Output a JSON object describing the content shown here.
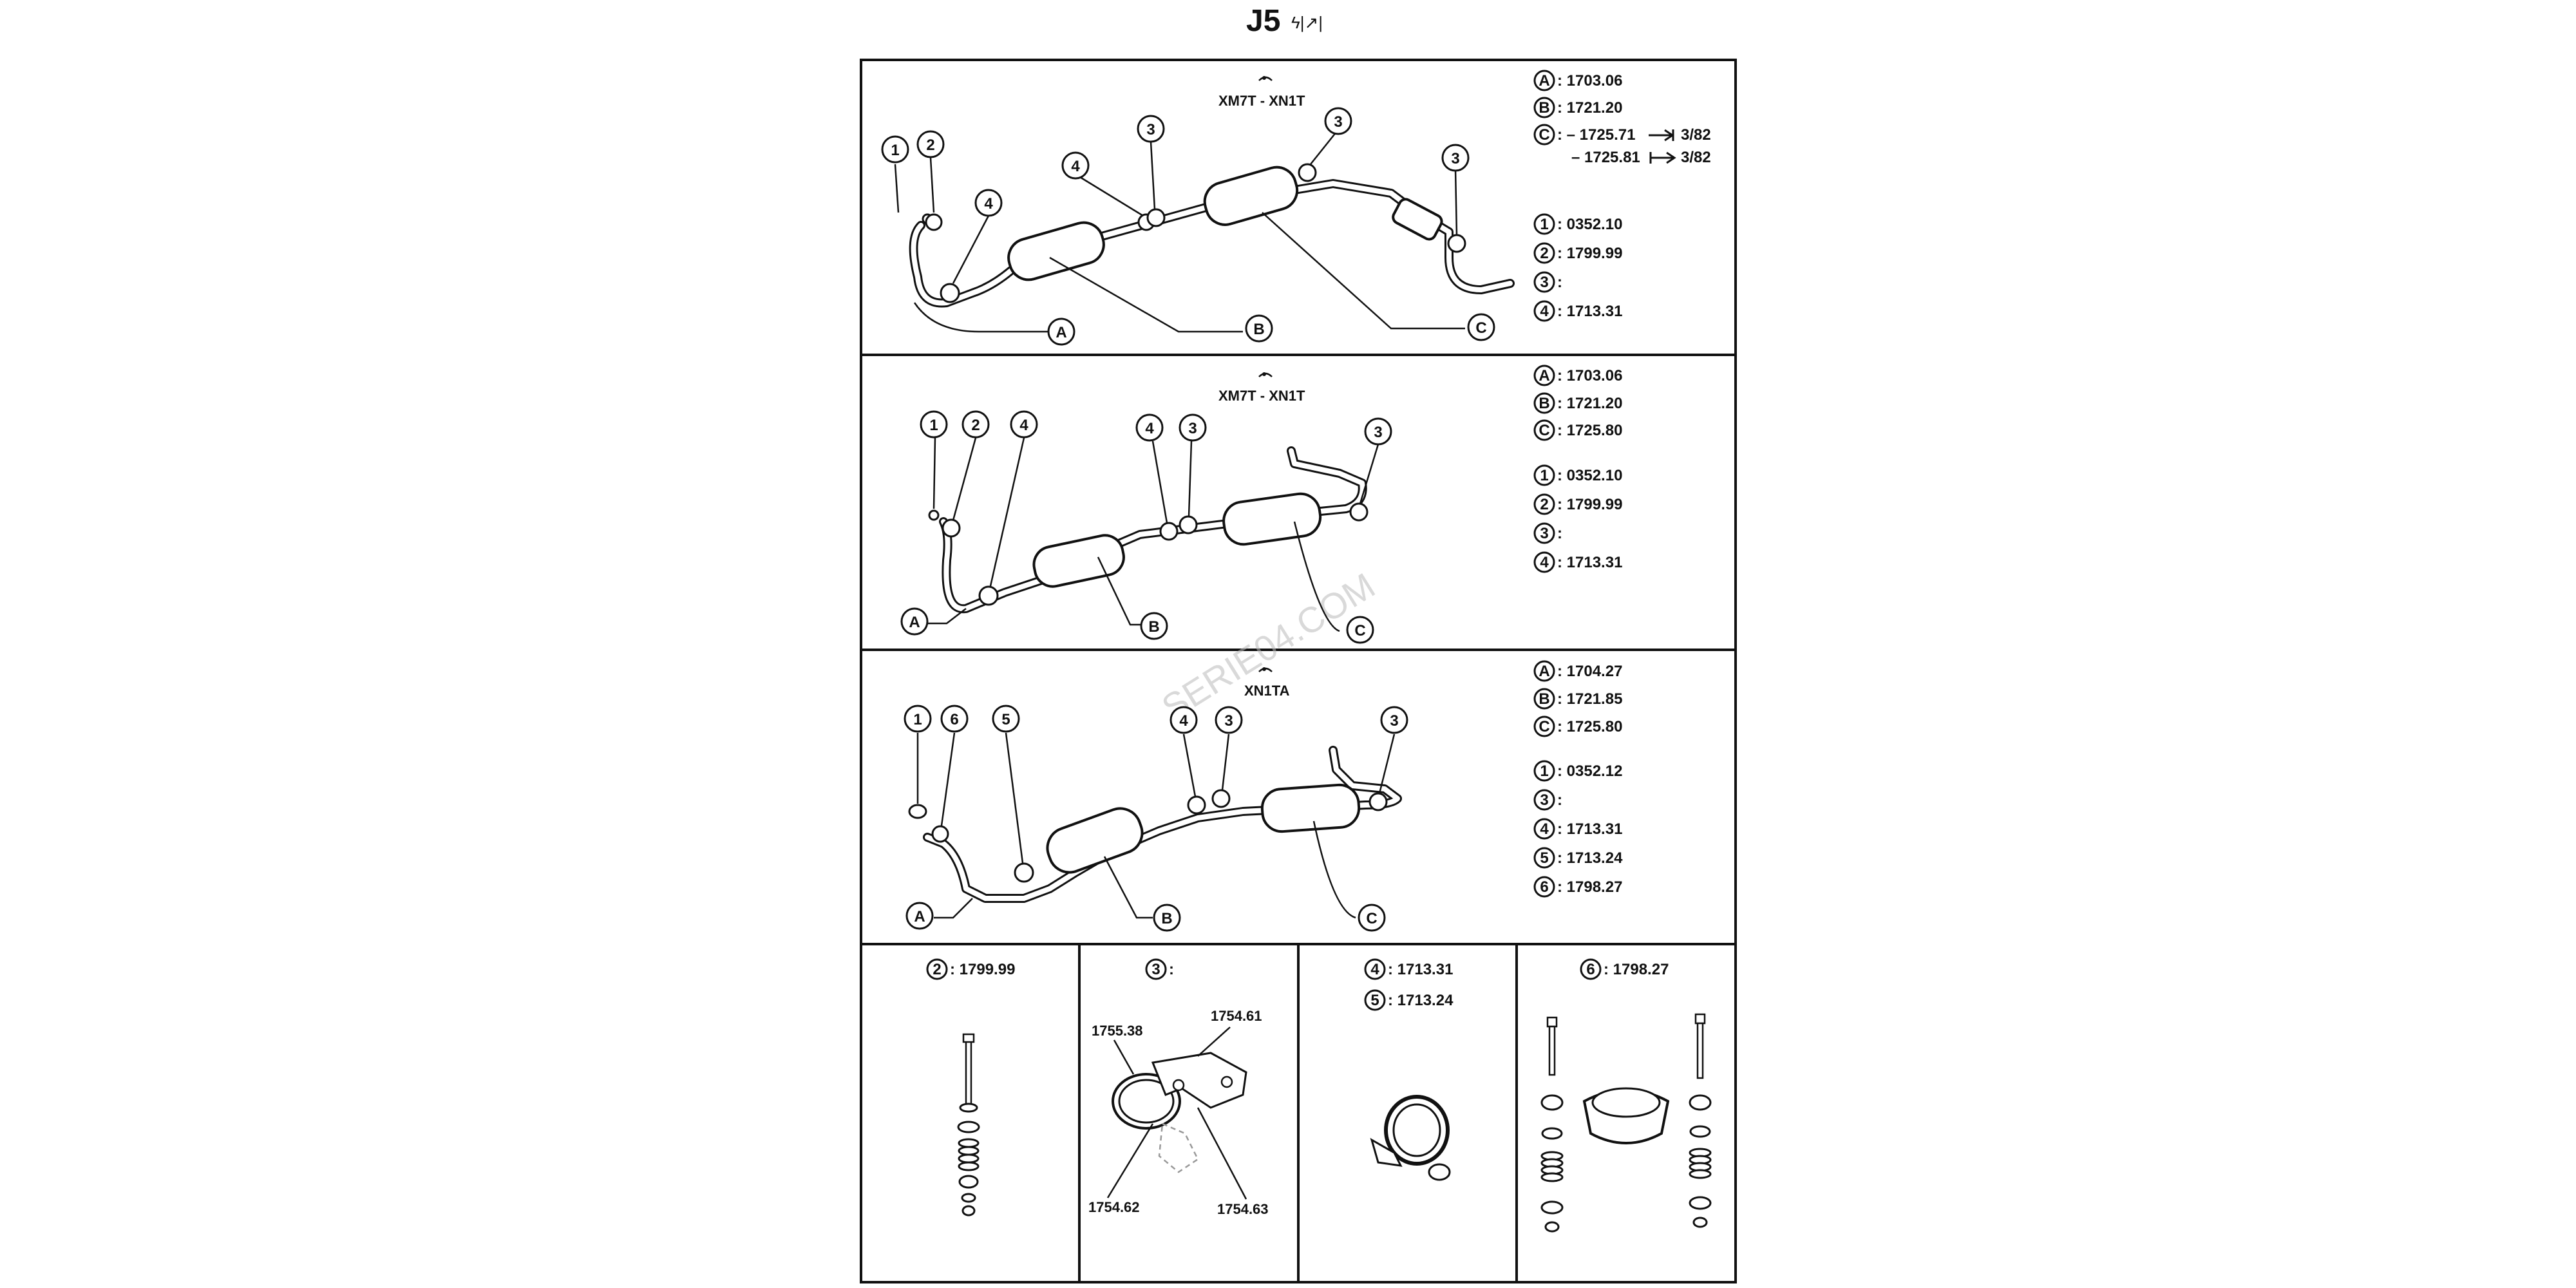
{
  "header": {
    "title": "J5",
    "symbol": "ϟ|↗|"
  },
  "watermark": "SERIE04.COM",
  "panel1": {
    "model": "XM7T - XN1T",
    "codes": [
      {
        "key": "A",
        "value": ": 1703.06"
      },
      {
        "key": "B",
        "value": ": 1721.20"
      },
      {
        "key": "C",
        "value": ": – 1725.71"
      }
    ],
    "c_note1": "3/82",
    "c_alt": "– 1725.81",
    "c_note2": "3/82",
    "parts": [
      {
        "key": "1",
        "value": ": 0352.10"
      },
      {
        "key": "2",
        "value": ": 1799.99"
      },
      {
        "key": "3",
        "value": ":"
      },
      {
        "key": "4",
        "value": ": 1713.31"
      }
    ]
  },
  "panel2": {
    "model": "XM7T - XN1T",
    "codes": [
      {
        "key": "A",
        "value": ": 1703.06"
      },
      {
        "key": "B",
        "value": ": 1721.20"
      },
      {
        "key": "C",
        "value": ": 1725.80"
      }
    ],
    "parts": [
      {
        "key": "1",
        "value": ": 0352.10"
      },
      {
        "key": "2",
        "value": ": 1799.99"
      },
      {
        "key": "3",
        "value": ":"
      },
      {
        "key": "4",
        "value": ": 1713.31"
      }
    ]
  },
  "panel3": {
    "model": "XN1TA",
    "codes": [
      {
        "key": "A",
        "value": ": 1704.27"
      },
      {
        "key": "B",
        "value": ": 1721.85"
      },
      {
        "key": "C",
        "value": ": 1725.80"
      }
    ],
    "parts": [
      {
        "key": "1",
        "value": ": 0352.12"
      },
      {
        "key": "3",
        "value": ":"
      },
      {
        "key": "4",
        "value": ": 1713.31"
      },
      {
        "key": "5",
        "value": ": 1713.24"
      },
      {
        "key": "6",
        "value": ": 1798.27"
      }
    ]
  },
  "details": {
    "d1": {
      "key": "2",
      "value": ": 1799.99"
    },
    "d2": {
      "key": "3",
      "value": ":",
      "sub1": "1754.61",
      "sub2": "1755.38",
      "sub3": "1754.62",
      "sub4": "1754.63"
    },
    "d3": {
      "key1": "4",
      "value1": ": 1713.31",
      "key2": "5",
      "value2": ": 1713.24"
    },
    "d4": {
      "key": "6",
      "value": ": 1798.27"
    }
  }
}
